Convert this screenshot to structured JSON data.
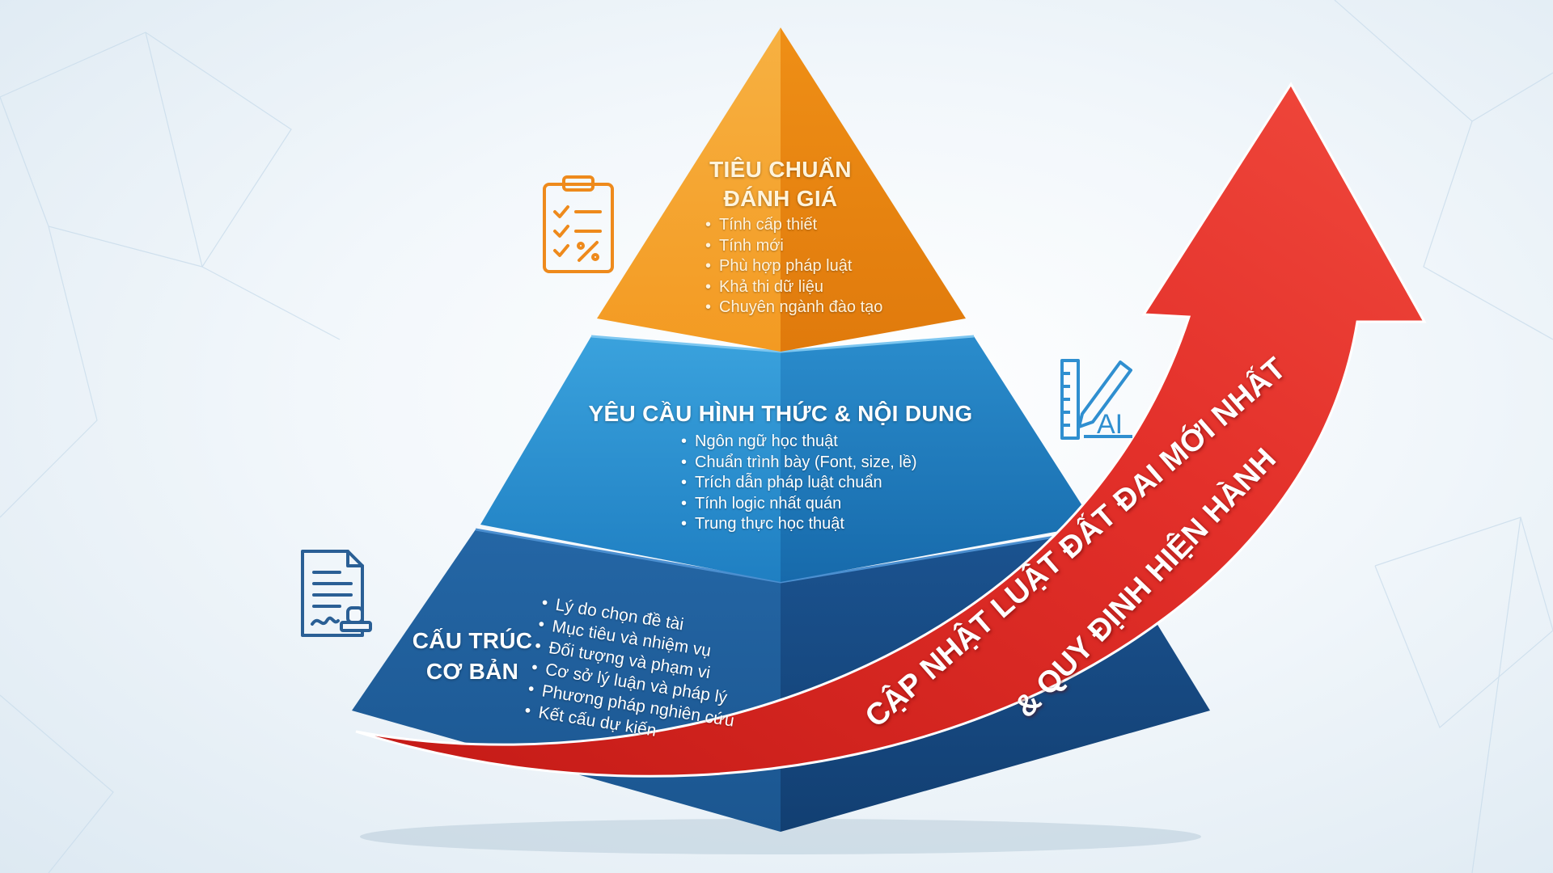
{
  "pyramid": {
    "top": {
      "title_line1": "TIÊU CHUẨN",
      "title_line2": "ĐÁNH GIÁ",
      "items": [
        "Tính cấp thiết",
        "Tính mới",
        "Phù hợp pháp luật",
        "Khả thi dữ liệu",
        "Chuyên ngành đào tạo"
      ],
      "color": "#f39a22"
    },
    "middle": {
      "title": "YÊU CẦU HÌNH THỨC & NỘI DUNG",
      "items": [
        "Ngôn ngữ học thuật",
        "Chuẩn trình bày (Font, size, lề)",
        "Trích dẫn pháp luật chuẩn",
        "Tính logic nhất quán",
        "Trung thực học thuật"
      ],
      "color": "#2186c8"
    },
    "bottom": {
      "title_line1": "CẤU TRÚC",
      "title_line2": "CƠ BẢN",
      "items": [
        "Lý do chọn đề tài",
        "Mục tiêu và nhiệm vụ",
        "Đối tượng và phạm vi",
        "Cơ sở lý luận và pháp lý",
        "Phương pháp nghiên cứu",
        "Kết cấu dự kiến"
      ],
      "color": "#1b5b9a"
    }
  },
  "arrow": {
    "line1": "CẬP NHẬT LUẬT ĐẤT ĐAI MỚI NHẤT",
    "line2": "& QUY ĐỊNH HIỆN HÀNH",
    "color": "#e02a22"
  },
  "icons": {
    "clipboard": "clipboard-checklist-icon",
    "ai_ruler": "ruler-pencil-ai-icon",
    "ai_label": "AI",
    "document": "document-stamp-icon"
  }
}
